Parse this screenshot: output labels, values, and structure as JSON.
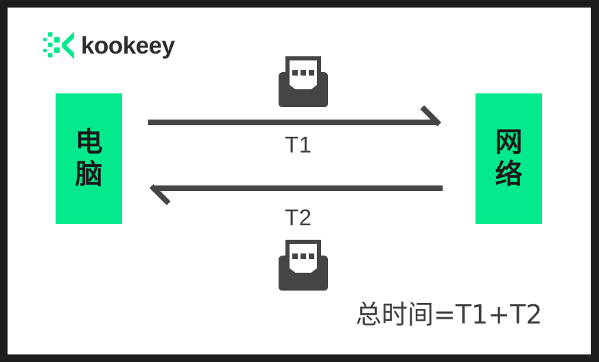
{
  "frame": {
    "border_color": "#1e1e1e",
    "canvas_color": "#ffffff"
  },
  "logo": {
    "mark_name": "kookeey-x-mark-icon",
    "wordmark": "kookeey",
    "mark_color": "#03e98c",
    "word_color": "#2e2e2e"
  },
  "diagram": {
    "accent_color": "#03e98c",
    "stroke_color": "#454545",
    "text_color": "#3e3e3e",
    "nodes": [
      {
        "id": "left",
        "label": "电脑",
        "chars": [
          "电",
          "脑"
        ]
      },
      {
        "id": "right",
        "label": "网络",
        "chars": [
          "网",
          "络"
        ]
      }
    ],
    "arrows": [
      {
        "id": "t1",
        "label": "T1",
        "direction": "right",
        "from": "电脑",
        "to": "网络"
      },
      {
        "id": "t2",
        "label": "T2",
        "direction": "left",
        "from": "网络",
        "to": "电脑"
      }
    ],
    "icons": [
      {
        "id": "envelope-top",
        "name": "open-envelope-message-icon"
      },
      {
        "id": "envelope-bottom",
        "name": "open-envelope-message-icon"
      }
    ],
    "formula": "总时间=T1+T2"
  }
}
